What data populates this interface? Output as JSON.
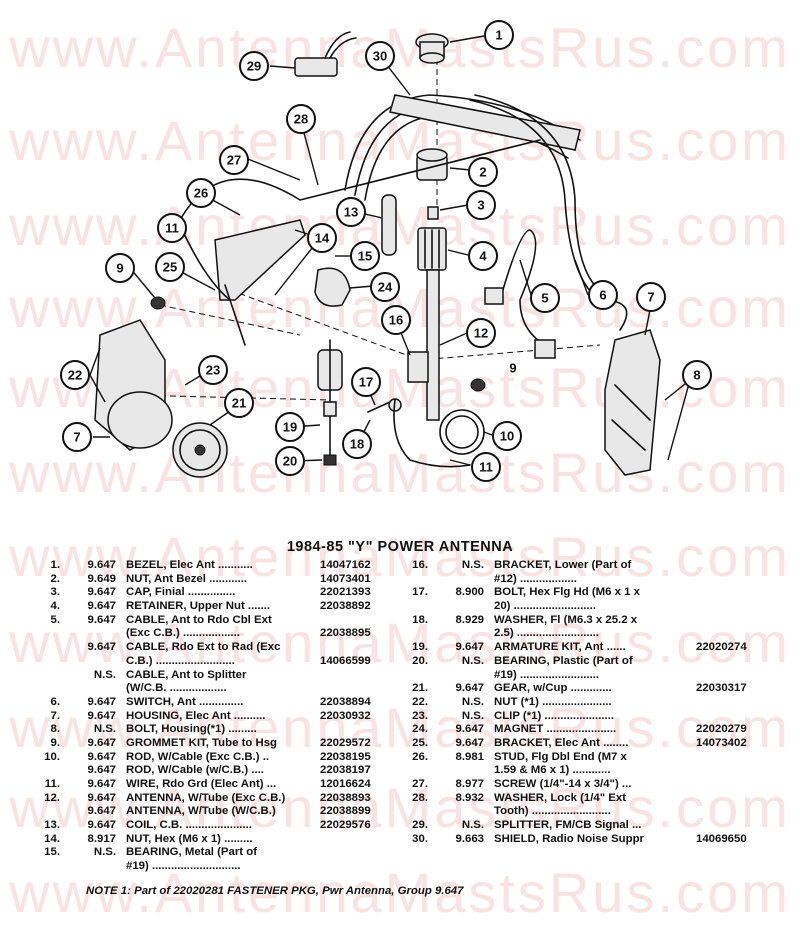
{
  "watermark": "www.AntennaMastsRus.com",
  "callouts": [
    "1",
    "2",
    "3",
    "4",
    "5",
    "6",
    "7",
    "8",
    "9",
    "10",
    "11",
    "12",
    "13",
    "14",
    "15",
    "16",
    "17",
    "18",
    "19",
    "20",
    "21",
    "22",
    "23",
    "24",
    "25",
    "26",
    "27",
    "28",
    "29",
    "30"
  ],
  "title": "1984-85 \"Y\" POWER ANTENNA",
  "parts_left": [
    {
      "ref": "1.",
      "grp": "9.647",
      "desc": "BEZEL, Elec Ant ...........",
      "pn": "14047162"
    },
    {
      "ref": "2.",
      "grp": "9.649",
      "desc": "NUT, Ant Bezel ............",
      "pn": "14073401"
    },
    {
      "ref": "3.",
      "grp": "9.647",
      "desc": "CAP, Finial ...............",
      "pn": "22021393"
    },
    {
      "ref": "4.",
      "grp": "9.647",
      "desc": "RETAINER, Upper Nut .......",
      "pn": "22038892"
    },
    {
      "ref": "5.",
      "grp": "9.647",
      "desc": "CABLE, Ant to Rdo Cbl Ext",
      "pn": ""
    },
    {
      "ref": "",
      "grp": "",
      "desc": "(Exc C.B.) ..................",
      "pn": "22038895"
    },
    {
      "ref": "",
      "grp": "9.647",
      "desc": "CABLE, Rdo Ext to Rad (Exc",
      "pn": ""
    },
    {
      "ref": "",
      "grp": "",
      "desc": "C.B.) .........................",
      "pn": "14066599"
    },
    {
      "ref": "",
      "grp": "N.S.",
      "desc": "CABLE, Ant to Splitter",
      "pn": ""
    },
    {
      "ref": "",
      "grp": "",
      "desc": "(W/C.B. ..................",
      "pn": ""
    },
    {
      "ref": "6.",
      "grp": "9.647",
      "desc": "SWITCH, Ant ..............",
      "pn": "22038894"
    },
    {
      "ref": "7.",
      "grp": "9.647",
      "desc": "HOUSING, Elec Ant ..........",
      "pn": "22030932"
    },
    {
      "ref": "8.",
      "grp": "N.S.",
      "desc": "BOLT, Housing(*1) .........",
      "pn": ""
    },
    {
      "ref": "9.",
      "grp": "9.647",
      "desc": "GROMMET KIT, Tube to Hsg",
      "pn": "22029572"
    },
    {
      "ref": "10.",
      "grp": "9.647",
      "desc": "ROD, W/Cable (Exc C.B.) ..",
      "pn": "22038195"
    },
    {
      "ref": "",
      "grp": "9.647",
      "desc": "ROD, W/Cable (w/C.B.) ....",
      "pn": "22038197"
    },
    {
      "ref": "11.",
      "grp": "9.647",
      "desc": "WIRE, Rdo Grd (Elec Ant) ...",
      "pn": "12016624"
    },
    {
      "ref": "12.",
      "grp": "9.647",
      "desc": "ANTENNA, W/Tube (Exc C.B.)",
      "pn": "22038893"
    },
    {
      "ref": "",
      "grp": "9.647",
      "desc": "ANTENNA, W/Tube (W/C.B.)",
      "pn": "22038899"
    },
    {
      "ref": "13.",
      "grp": "9.647",
      "desc": "COIL, C.B. .....................",
      "pn": "22029576"
    },
    {
      "ref": "14.",
      "grp": "8.917",
      "desc": "NUT, Hex (M6 x 1) .........",
      "pn": ""
    },
    {
      "ref": "15.",
      "grp": "N.S.",
      "desc": "BEARING, Metal (Part of",
      "pn": ""
    },
    {
      "ref": "",
      "grp": "",
      "desc": "#19) ............................",
      "pn": ""
    }
  ],
  "parts_right": [
    {
      "ref": "16.",
      "grp": "N.S.",
      "desc": "BRACKET, Lower (Part of",
      "pn": ""
    },
    {
      "ref": "",
      "grp": "",
      "desc": "#12) ..................",
      "pn": ""
    },
    {
      "ref": "17.",
      "grp": "8.900",
      "desc": "BOLT, Hex Flg Hd (M6 x 1 x",
      "pn": ""
    },
    {
      "ref": "",
      "grp": "",
      "desc": "20) ..........................",
      "pn": ""
    },
    {
      "ref": "18.",
      "grp": "8.929",
      "desc": "WASHER, Fl (M6.3 x 25.2 x",
      "pn": ""
    },
    {
      "ref": "",
      "grp": "",
      "desc": "2.5) ..........................",
      "pn": ""
    },
    {
      "ref": "19.",
      "grp": "9.647",
      "desc": "ARMATURE KIT, Ant ......",
      "pn": "22020274"
    },
    {
      "ref": "20.",
      "grp": "N.S.",
      "desc": "BEARING, Plastic (Part of",
      "pn": ""
    },
    {
      "ref": "",
      "grp": "",
      "desc": "#19) .........................",
      "pn": ""
    },
    {
      "ref": "21.",
      "grp": "9.647",
      "desc": "GEAR, w/Cup .............",
      "pn": "22030317"
    },
    {
      "ref": "22.",
      "grp": "N.S.",
      "desc": "NUT (*1) ......................",
      "pn": ""
    },
    {
      "ref": "23.",
      "grp": "N.S.",
      "desc": "CLIP (*1) ......................",
      "pn": ""
    },
    {
      "ref": "24.",
      "grp": "9.647",
      "desc": "MAGNET ......................",
      "pn": "22020279"
    },
    {
      "ref": "25.",
      "grp": "9.647",
      "desc": "BRACKET, Elec Ant ........",
      "pn": "14073402"
    },
    {
      "ref": "26.",
      "grp": "8.981",
      "desc": "STUD, Flg Dbl End (M7 x",
      "pn": ""
    },
    {
      "ref": "",
      "grp": "",
      "desc": "1.59 & M6 x 1) ............",
      "pn": ""
    },
    {
      "ref": "27.",
      "grp": "8.977",
      "desc": "SCREW (1/4\"-14 x 3/4\") ...",
      "pn": ""
    },
    {
      "ref": "28.",
      "grp": "8.932",
      "desc": "WASHER, Lock (1/4\" Ext",
      "pn": ""
    },
    {
      "ref": "",
      "grp": "",
      "desc": "Tooth) .........................",
      "pn": ""
    },
    {
      "ref": "29.",
      "grp": "N.S.",
      "desc": "SPLITTER, FM/CB Signal ...",
      "pn": ""
    },
    {
      "ref": "30.",
      "grp": "9.663",
      "desc": "SHIELD, Radio Noise Suppr",
      "pn": "14069650"
    }
  ],
  "note": "NOTE 1: Part of 22020281 FASTENER PKG, Pwr Antenna, Group 9.647",
  "colors": {
    "watermark": "#f0a0a0",
    "ink": "#111111"
  }
}
